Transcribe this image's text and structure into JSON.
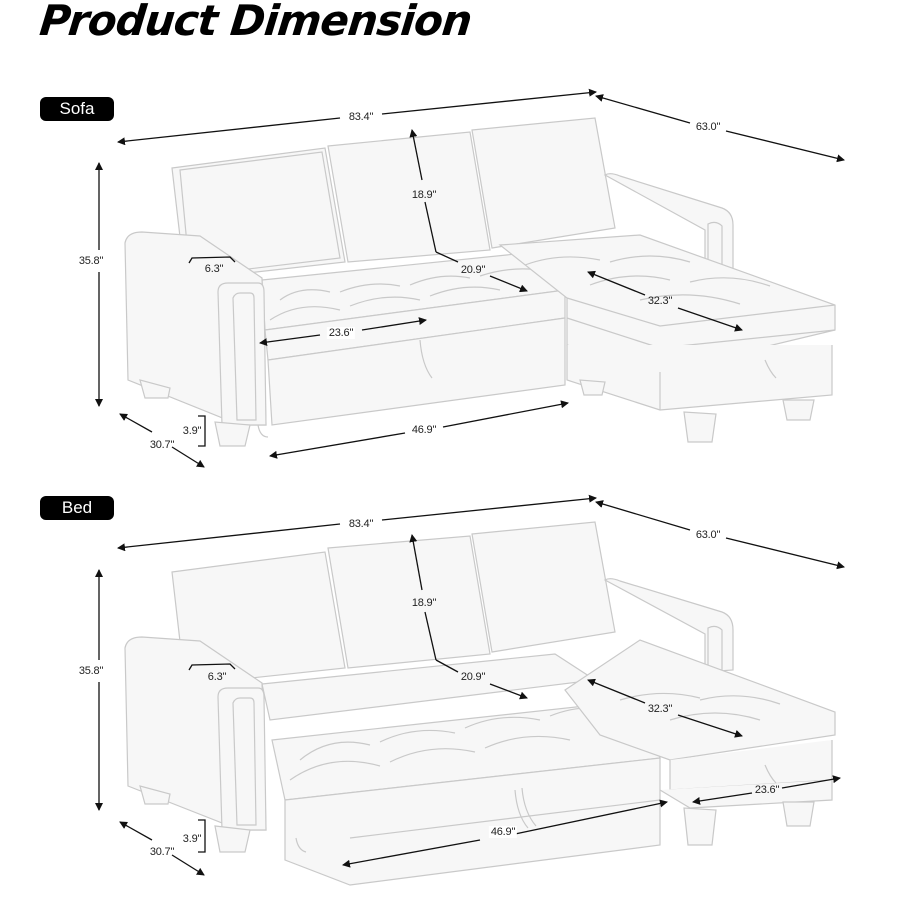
{
  "title": "Product Dimension",
  "sections": [
    {
      "id": "sofa",
      "badge": "Sofa",
      "dims": {
        "overall_width": "83.4\"",
        "overall_depth_chaise": "63.0\"",
        "height": "35.8\"",
        "back_height": "18.9\"",
        "seat_depth": "20.9\"",
        "chaise_length": "32.3\"",
        "arm_width": "6.3\"",
        "seat_width": "23.6\"",
        "leg_height": "3.9\"",
        "depth": "30.7\"",
        "seat_front_width": "46.9\""
      }
    },
    {
      "id": "bed",
      "badge": "Bed",
      "dims": {
        "overall_width": "83.4\"",
        "overall_depth_chaise": "63.0\"",
        "height": "35.8\"",
        "back_height": "18.9\"",
        "seat_depth": "20.9\"",
        "chaise_length": "32.3\"",
        "arm_width": "6.3\"",
        "ottoman_width": "23.6\"",
        "leg_height": "3.9\"",
        "depth": "30.7\"",
        "bed_width": "46.9\""
      }
    }
  ],
  "colors": {
    "outline": "#c9c9c9",
    "fill": "#f6f6f6",
    "arrow": "#111111",
    "badge_bg": "#000000",
    "badge_text": "#ffffff"
  }
}
